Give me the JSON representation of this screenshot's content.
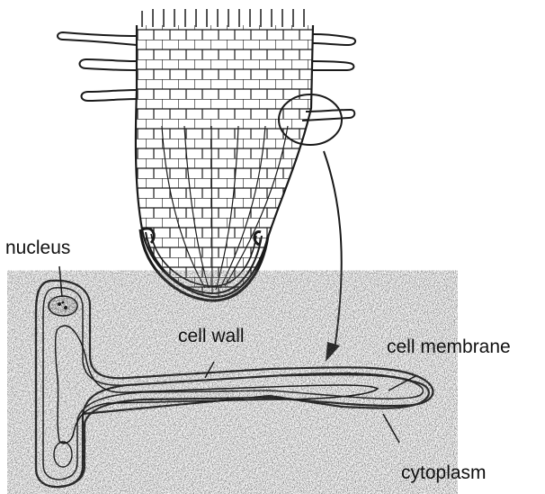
{
  "labels": {
    "nucleus": "nucleus",
    "cell_wall": "cell wall",
    "cell_membrane": "cell membrane",
    "cytoplasm": "cytoplasm"
  },
  "colors": {
    "ink": "#1a1a1a",
    "background": "#ffffff",
    "cytoplasm_fill": "#ececec"
  }
}
